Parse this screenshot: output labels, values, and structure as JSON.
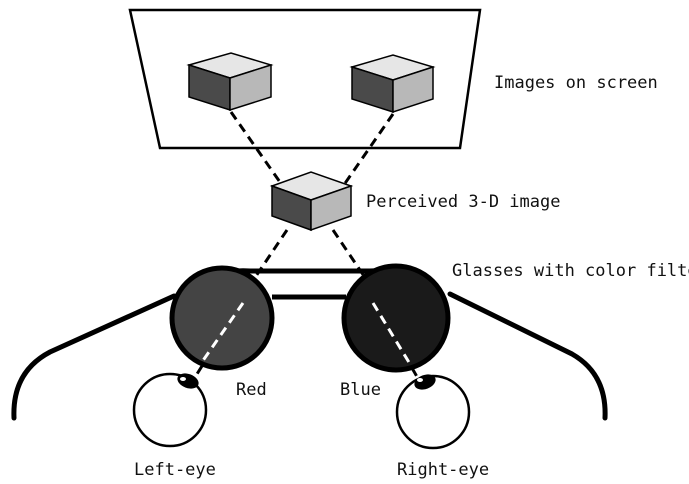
{
  "labels": {
    "screen": "Images on screen",
    "perceived": "Perceived 3-D image",
    "glasses": "Glasses with color filters",
    "red": "Red",
    "blue": "Blue",
    "left_eye": "Left-eye",
    "right_eye": "Right-eye"
  },
  "colors": {
    "line": "#000000",
    "cube_top": "#e6e6e6",
    "cube_left": "#4a4a4a",
    "cube_right": "#b8b8b8",
    "red_lens": "#444444",
    "blue_lens": "#1a1a1a",
    "pupil": "#000000"
  }
}
